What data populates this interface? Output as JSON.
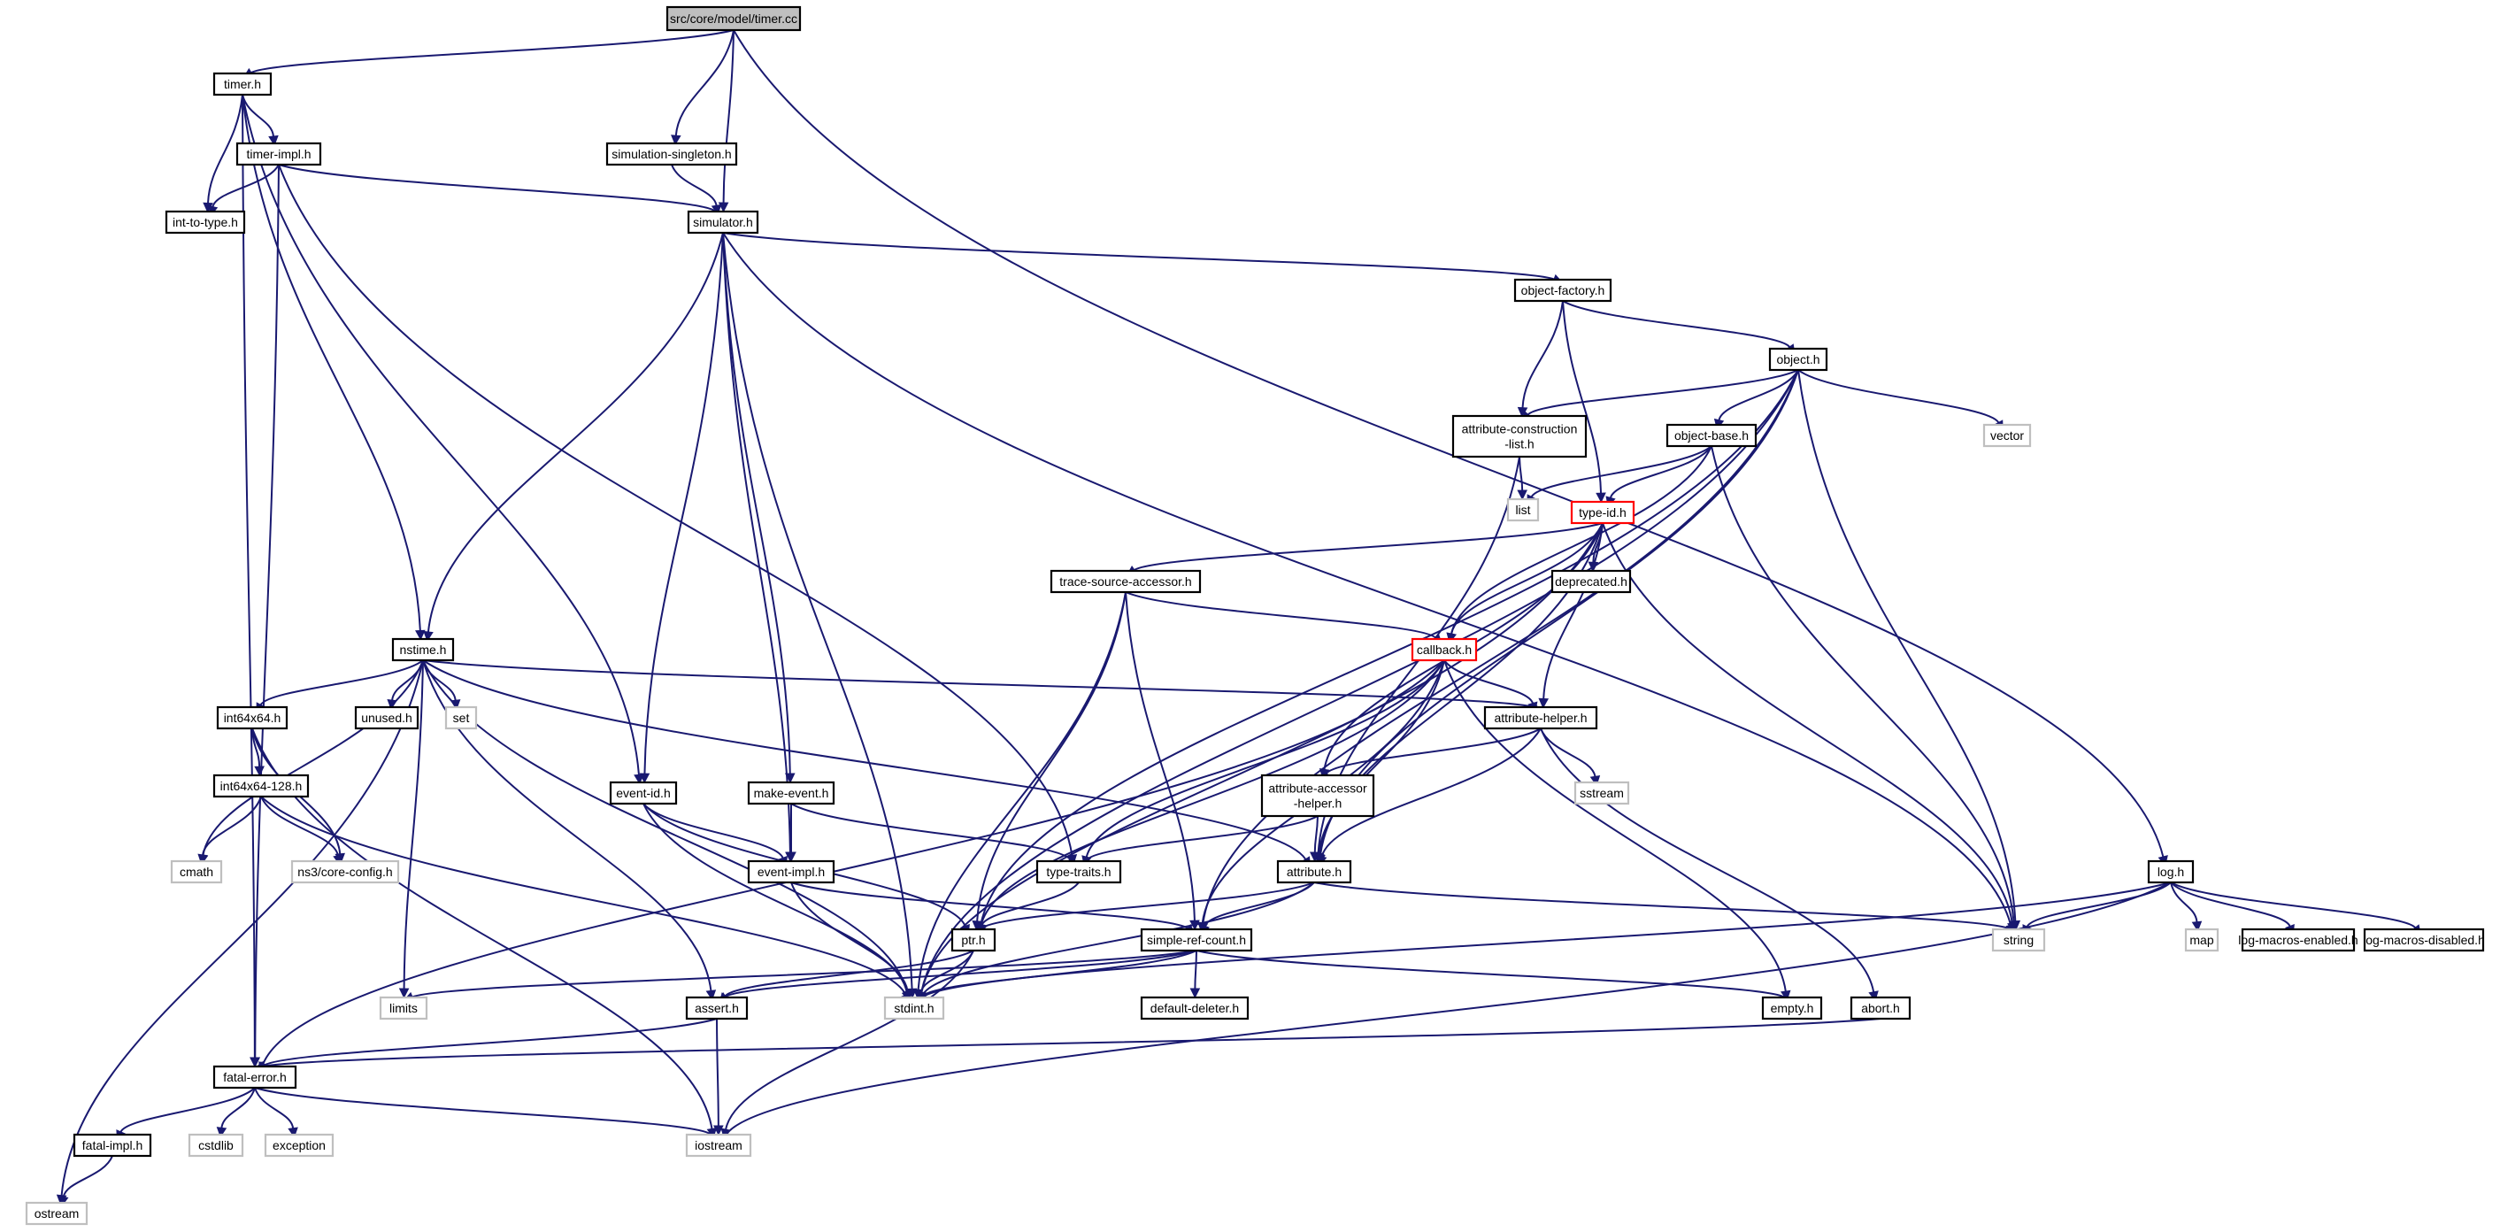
{
  "diagram": {
    "kind": "include-dependency-graph",
    "edge_color": "#191970",
    "node_styles": {
      "root": {
        "fill": "#bfbfbf",
        "stroke": "#000000"
      },
      "doc": {
        "fill": "#ffffff",
        "stroke": "#000000"
      },
      "system": {
        "fill": "#ffffff",
        "stroke": "#bfbfbf"
      },
      "truncated": {
        "fill": "#ffffff",
        "stroke": "#ff0000"
      }
    },
    "nodes": [
      {
        "id": "timer_cc",
        "label": "src/core/model/timer.cc",
        "style": "root"
      },
      {
        "id": "timer_h",
        "label": "timer.h",
        "style": "doc"
      },
      {
        "id": "timer_impl_h",
        "label": "timer-impl.h",
        "style": "doc"
      },
      {
        "id": "int_to_type_h",
        "label": "int-to-type.h",
        "style": "doc"
      },
      {
        "id": "simulation_singleton_h",
        "label": "simulation-singleton.h",
        "style": "doc"
      },
      {
        "id": "simulator_h",
        "label": "simulator.h",
        "style": "doc"
      },
      {
        "id": "object_factory_h",
        "label": "object-factory.h",
        "style": "doc"
      },
      {
        "id": "object_h",
        "label": "object.h",
        "style": "doc"
      },
      {
        "id": "attr_construction_h",
        "label": [
          "attribute-construction",
          "-list.h"
        ],
        "style": "doc"
      },
      {
        "id": "object_base_h",
        "label": "object-base.h",
        "style": "doc"
      },
      {
        "id": "vector",
        "label": "vector",
        "style": "system"
      },
      {
        "id": "list",
        "label": "list",
        "style": "system"
      },
      {
        "id": "type_id_h",
        "label": "type-id.h",
        "style": "truncated"
      },
      {
        "id": "deprecated_h",
        "label": "deprecated.h",
        "style": "doc"
      },
      {
        "id": "trace_source_h",
        "label": "trace-source-accessor.h",
        "style": "doc"
      },
      {
        "id": "callback_h",
        "label": "callback.h",
        "style": "truncated"
      },
      {
        "id": "nstime_h",
        "label": "nstime.h",
        "style": "doc"
      },
      {
        "id": "int64x64_h",
        "label": "int64x64.h",
        "style": "doc"
      },
      {
        "id": "unused_h",
        "label": "unused.h",
        "style": "doc"
      },
      {
        "id": "set",
        "label": "set",
        "style": "system"
      },
      {
        "id": "int64x64_128_h",
        "label": "int64x64-128.h",
        "style": "doc"
      },
      {
        "id": "cmath",
        "label": "cmath",
        "style": "system"
      },
      {
        "id": "core_config_h",
        "label": "ns3/core-config.h",
        "style": "system"
      },
      {
        "id": "event_id_h",
        "label": "event-id.h",
        "style": "doc"
      },
      {
        "id": "make_event_h",
        "label": "make-event.h",
        "style": "doc"
      },
      {
        "id": "event_impl_h",
        "label": "event-impl.h",
        "style": "doc"
      },
      {
        "id": "type_traits_h",
        "label": "type-traits.h",
        "style": "doc"
      },
      {
        "id": "attribute_helper_h",
        "label": "attribute-helper.h",
        "style": "doc"
      },
      {
        "id": "sstream",
        "label": "sstream",
        "style": "system"
      },
      {
        "id": "attr_accessor_h",
        "label": [
          "attribute-accessor",
          "-helper.h"
        ],
        "style": "doc"
      },
      {
        "id": "attribute_h",
        "label": "attribute.h",
        "style": "doc"
      },
      {
        "id": "ptr_h",
        "label": "ptr.h",
        "style": "doc"
      },
      {
        "id": "simple_ref_h",
        "label": "simple-ref-count.h",
        "style": "doc"
      },
      {
        "id": "string",
        "label": "string",
        "style": "system"
      },
      {
        "id": "log_h",
        "label": "log.h",
        "style": "doc"
      },
      {
        "id": "map",
        "label": "map",
        "style": "system"
      },
      {
        "id": "log_enabled_h",
        "label": "log-macros-enabled.h",
        "style": "doc"
      },
      {
        "id": "log_disabled_h",
        "label": "log-macros-disabled.h",
        "style": "doc"
      },
      {
        "id": "limits",
        "label": "limits",
        "style": "system"
      },
      {
        "id": "assert_h",
        "label": "assert.h",
        "style": "doc"
      },
      {
        "id": "stdint_h",
        "label": "stdint.h",
        "style": "system"
      },
      {
        "id": "default_deleter_h",
        "label": "default-deleter.h",
        "style": "doc"
      },
      {
        "id": "empty_h",
        "label": "empty.h",
        "style": "doc"
      },
      {
        "id": "abort_h",
        "label": "abort.h",
        "style": "doc"
      },
      {
        "id": "fatal_error_h",
        "label": "fatal-error.h",
        "style": "doc"
      },
      {
        "id": "fatal_impl_h",
        "label": "fatal-impl.h",
        "style": "doc"
      },
      {
        "id": "cstdlib",
        "label": "cstdlib",
        "style": "system"
      },
      {
        "id": "exception",
        "label": "exception",
        "style": "system"
      },
      {
        "id": "iostream",
        "label": "iostream",
        "style": "system"
      },
      {
        "id": "ostream",
        "label": "ostream",
        "style": "system"
      }
    ],
    "edges": [
      [
        "timer_cc",
        "timer_h"
      ],
      [
        "timer_cc",
        "simulation_singleton_h"
      ],
      [
        "timer_cc",
        "simulator_h"
      ],
      [
        "timer_cc",
        "log_h"
      ],
      [
        "timer_h",
        "timer_impl_h"
      ],
      [
        "timer_h",
        "int_to_type_h"
      ],
      [
        "timer_h",
        "nstime_h"
      ],
      [
        "timer_h",
        "event_id_h"
      ],
      [
        "timer_h",
        "fatal_error_h"
      ],
      [
        "timer_impl_h",
        "int_to_type_h"
      ],
      [
        "timer_impl_h",
        "simulator_h"
      ],
      [
        "timer_impl_h",
        "type_traits_h"
      ],
      [
        "timer_impl_h",
        "fatal_error_h"
      ],
      [
        "simulation_singleton_h",
        "simulator_h"
      ],
      [
        "simulator_h",
        "object_factory_h"
      ],
      [
        "simulator_h",
        "string"
      ],
      [
        "simulator_h",
        "nstime_h"
      ],
      [
        "simulator_h",
        "event_id_h"
      ],
      [
        "simulator_h",
        "make_event_h"
      ],
      [
        "simulator_h",
        "event_impl_h"
      ],
      [
        "simulator_h",
        "stdint_h"
      ],
      [
        "object_factory_h",
        "object_h"
      ],
      [
        "object_factory_h",
        "attr_construction_h"
      ],
      [
        "object_factory_h",
        "type_id_h"
      ],
      [
        "object_h",
        "attr_construction_h"
      ],
      [
        "object_h",
        "object_base_h"
      ],
      [
        "object_h",
        "vector"
      ],
      [
        "object_h",
        "string"
      ],
      [
        "object_h",
        "ptr_h"
      ],
      [
        "object_h",
        "attribute_h"
      ],
      [
        "object_h",
        "simple_ref_h"
      ],
      [
        "object_h",
        "stdint_h"
      ],
      [
        "attr_construction_h",
        "list"
      ],
      [
        "attr_construction_h",
        "attribute_h"
      ],
      [
        "object_base_h",
        "list"
      ],
      [
        "object_base_h",
        "type_id_h"
      ],
      [
        "object_base_h",
        "callback_h"
      ],
      [
        "object_base_h",
        "string"
      ],
      [
        "type_id_h",
        "deprecated_h"
      ],
      [
        "type_id_h",
        "trace_source_h"
      ],
      [
        "type_id_h",
        "callback_h"
      ],
      [
        "type_id_h",
        "attribute_helper_h"
      ],
      [
        "type_id_h",
        "attr_accessor_h"
      ],
      [
        "type_id_h",
        "attribute_h"
      ],
      [
        "type_id_h",
        "string"
      ],
      [
        "type_id_h",
        "stdint_h"
      ],
      [
        "trace_source_h",
        "callback_h"
      ],
      [
        "trace_source_h",
        "ptr_h"
      ],
      [
        "trace_source_h",
        "simple_ref_h"
      ],
      [
        "trace_source_h",
        "stdint_h"
      ],
      [
        "callback_h",
        "attribute_helper_h"
      ],
      [
        "callback_h",
        "type_traits_h"
      ],
      [
        "callback_h",
        "ptr_h"
      ],
      [
        "callback_h",
        "attribute_h"
      ],
      [
        "callback_h",
        "simple_ref_h"
      ],
      [
        "callback_h",
        "empty_h"
      ],
      [
        "callback_h",
        "fatal_error_h"
      ],
      [
        "nstime_h",
        "int64x64_h"
      ],
      [
        "nstime_h",
        "unused_h"
      ],
      [
        "nstime_h",
        "set"
      ],
      [
        "nstime_h",
        "attribute_helper_h"
      ],
      [
        "nstime_h",
        "attribute_h"
      ],
      [
        "nstime_h",
        "cmath"
      ],
      [
        "nstime_h",
        "limits"
      ],
      [
        "nstime_h",
        "assert_h"
      ],
      [
        "nstime_h",
        "stdint_h"
      ],
      [
        "nstime_h",
        "ostream"
      ],
      [
        "int64x64_h",
        "int64x64_128_h"
      ],
      [
        "int64x64_h",
        "core_config_h"
      ],
      [
        "int64x64_h",
        "iostream"
      ],
      [
        "int64x64_128_h",
        "cmath"
      ],
      [
        "int64x64_128_h",
        "core_config_h"
      ],
      [
        "int64x64_128_h",
        "stdint_h"
      ],
      [
        "event_id_h",
        "event_impl_h"
      ],
      [
        "event_id_h",
        "ptr_h"
      ],
      [
        "event_id_h",
        "stdint_h"
      ],
      [
        "make_event_h",
        "event_impl_h"
      ],
      [
        "make_event_h",
        "type_traits_h"
      ],
      [
        "event_impl_h",
        "simple_ref_h"
      ],
      [
        "event_impl_h",
        "stdint_h"
      ],
      [
        "type_traits_h",
        "ptr_h"
      ],
      [
        "attribute_helper_h",
        "attr_accessor_h"
      ],
      [
        "attribute_helper_h",
        "attribute_h"
      ],
      [
        "attribute_helper_h",
        "sstream"
      ],
      [
        "attribute_helper_h",
        "abort_h"
      ],
      [
        "attr_accessor_h",
        "attribute_h"
      ],
      [
        "attr_accessor_h",
        "type_traits_h"
      ],
      [
        "attribute_h",
        "ptr_h"
      ],
      [
        "attribute_h",
        "simple_ref_h"
      ],
      [
        "attribute_h",
        "string"
      ],
      [
        "attribute_h",
        "stdint_h"
      ],
      [
        "ptr_h",
        "iostream"
      ],
      [
        "ptr_h",
        "stdint_h"
      ],
      [
        "ptr_h",
        "assert_h"
      ],
      [
        "simple_ref_h",
        "default_deleter_h"
      ],
      [
        "simple_ref_h",
        "empty_h"
      ],
      [
        "simple_ref_h",
        "limits"
      ],
      [
        "simple_ref_h",
        "stdint_h"
      ],
      [
        "simple_ref_h",
        "assert_h"
      ],
      [
        "log_h",
        "string"
      ],
      [
        "log_h",
        "map"
      ],
      [
        "log_h",
        "log_enabled_h"
      ],
      [
        "log_h",
        "log_disabled_h"
      ],
      [
        "log_h",
        "stdint_h"
      ],
      [
        "log_h",
        "iostream"
      ],
      [
        "assert_h",
        "fatal_error_h"
      ],
      [
        "assert_h",
        "iostream"
      ],
      [
        "abort_h",
        "fatal_error_h"
      ],
      [
        "fatal_error_h",
        "fatal_impl_h"
      ],
      [
        "fatal_error_h",
        "cstdlib"
      ],
      [
        "fatal_error_h",
        "exception"
      ],
      [
        "fatal_error_h",
        "iostream"
      ],
      [
        "fatal_impl_h",
        "ostream"
      ]
    ]
  }
}
